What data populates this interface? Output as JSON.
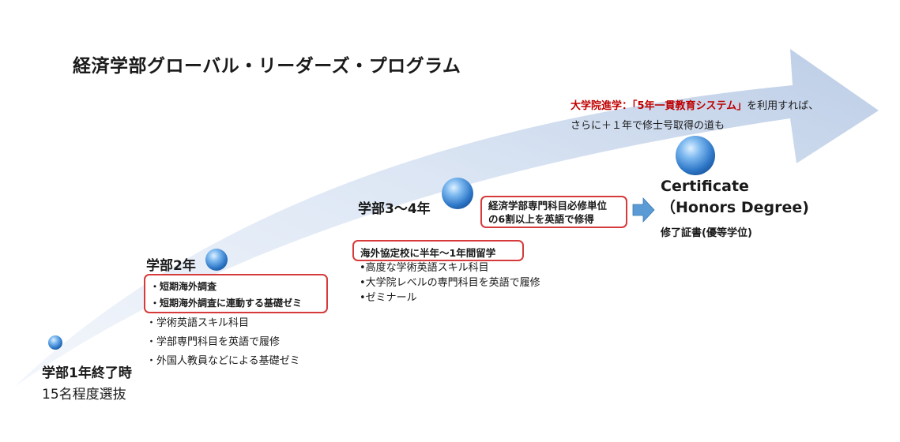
{
  "title": "経済学部グローバル・リーダーズ・プログラム",
  "graduate_note": {
    "highlight": "大学院進学：「5年一貫教育システム」",
    "line1_rest": "を利用すれば、",
    "line2": "さらに＋１年で修士号取得の道も"
  },
  "stage_year1": {
    "label": "学部1年終了時",
    "sub": "15名程度選抜"
  },
  "stage_year2": {
    "label": "学部2年",
    "highlighted": [
      "・短期海外調査",
      "・短期海外調査に連動する基礎ゼミ"
    ],
    "items": [
      "・学術英語スキル科目",
      "・学部専門科目を英語で履修",
      "・外国人教員などによる基礎ゼミ"
    ]
  },
  "stage_year34": {
    "label": "学部3～4年",
    "study_abroad": "海外協定校に半年～1年間留学",
    "items": [
      "•高度な学術英語スキル科目",
      "•大学院レベルの専門科目を英語で履修",
      "•ゼミナール"
    ],
    "requirement": [
      "経済学部専門科目必修単位",
      "の6割以上を英語で修得"
    ]
  },
  "certificate": {
    "title": "Certificate",
    "subtitle": "（Honors Degree)",
    "jp": "修了証書(優等学位)"
  },
  "colors": {
    "arrow_light": "#e9eff8",
    "arrow_dark": "#c3d3ea",
    "sphere": "#3f86cf",
    "box_border": "#d63a3a",
    "highlight_red": "#c00000",
    "small_arrow": "#5b9bd5"
  }
}
